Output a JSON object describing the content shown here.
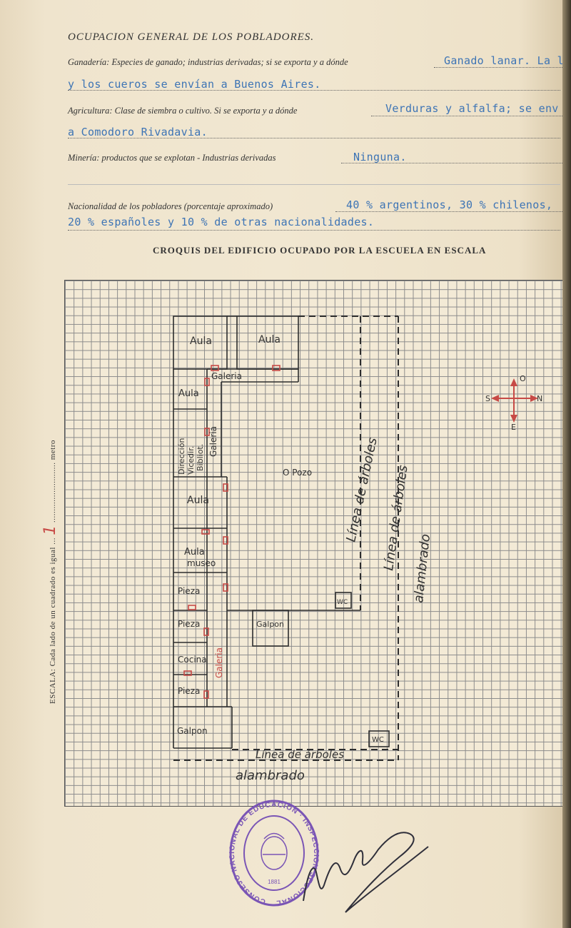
{
  "section_heading": "OCUPACION GENERAL DE LOS POBLADORES.",
  "ganaderia": {
    "label": "Ganadería: Especies de ganado; industrias derivadas; si se exporta y a dónde",
    "line1": "Ganado lanar. La la",
    "line2": "y los cueros se envían a Buenos Aires."
  },
  "agricultura": {
    "label": "Agricultura: Clase de siembra o cultivo. Si se exporta y a dónde",
    "line1": "Verduras y alfalfa; se env",
    "line2": "a Comodoro Rivadavia."
  },
  "mineria": {
    "label": "Minería: productos que se explotan - Industrias derivadas",
    "line1": "Ninguna."
  },
  "nacionalidad": {
    "label": "Nacionalidad de los pobladores (porcentaje aproximado)",
    "line1": "40 % argentinos, 30 % chilenos,",
    "line2": "20 % españoles y 10 % de otras nacionalidades."
  },
  "croquis_title": "CROQUIS DEL EDIFICIO OCUPADO POR LA ESCUELA EN ESCALA",
  "scale": {
    "text_before": "ESCALA: Cada lado de un cuadrado es igual",
    "value": "1",
    "unit": "metro"
  },
  "plan_labels": {
    "aula1": "Aula",
    "aula2": "Aula",
    "galeria_top": "Galeria",
    "aula3": "Aula",
    "direccion": "Dirección",
    "vicedir": "Vicedir.",
    "bibliot": "Bibliot.",
    "galeria_vert": "Galeria",
    "pozo": "O Pozo",
    "aula4": "Aula",
    "aula_museo_1": "Aula",
    "aula_museo_2": "museo",
    "pieza1": "Pieza",
    "pieza2": "Pieza",
    "cocina": "Cocina",
    "pieza3": "Pieza",
    "galeria_low": "Galeria",
    "galpon1": "Galpon",
    "galpon2": "Galpon",
    "wc1": "WC",
    "wc2": "WC",
    "linea_arboles_1": "Línea de árboles",
    "linea_arboles_2": "Línea de árboles",
    "linea_arboles_3": "Línea de árboles",
    "alambrado_1": "alambrado",
    "alambrado_2": "alambrado",
    "compass_n": "O",
    "compass_w": "S",
    "compass_e": "N",
    "compass_s": "E"
  },
  "stamp": {
    "ring_text": "CONSEJO NACIONAL DE EDUCACION · INSPECCION SECCIONAL ·",
    "year": "1881"
  },
  "colors": {
    "typed_ink": "#3d74b5",
    "red_pencil": "#c74a46",
    "stamp_ink": "#7a55b5"
  }
}
